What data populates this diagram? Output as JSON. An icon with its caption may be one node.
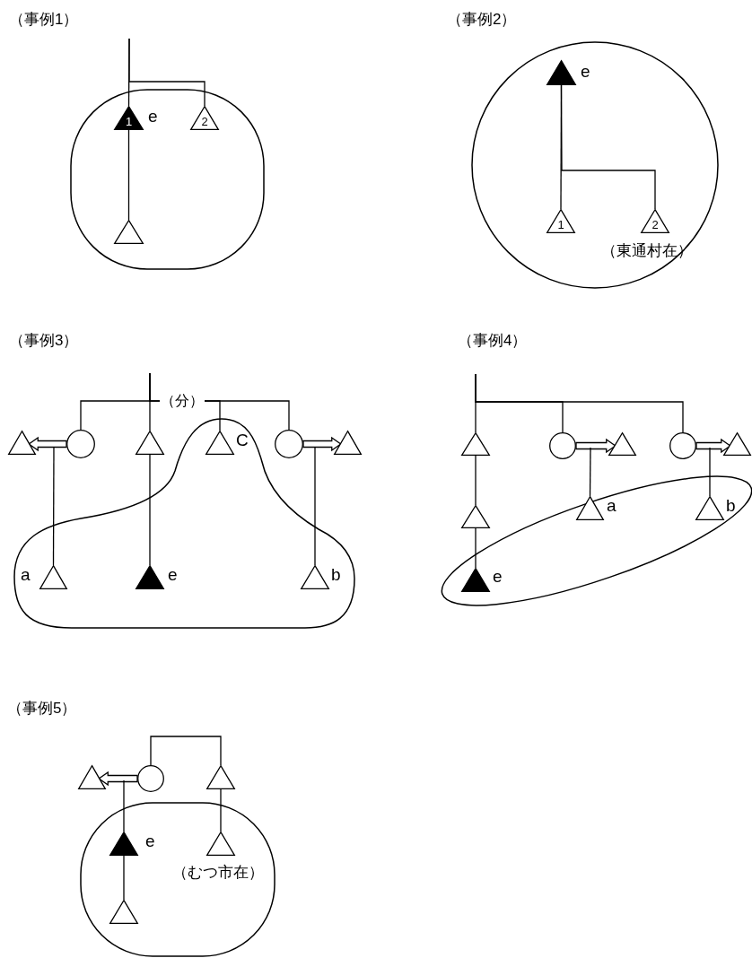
{
  "diagram": {
    "nodes": [
      {
        "text": [
          "1"
        ],
        "beside": [
          "e"
        ]
      },
      {
        "text": [
          "2"
        ]
      },
      {
        "text": [],
        "shape": "triangle"
      },
      {
        "text": [],
        "shape": "triangle",
        "beside": [
          "e"
        ]
      },
      {
        "text": [
          "1"
        ]
      },
      {
        "text": [
          "2"
        ],
        "beside": [
          "（東通村在）"
        ]
      },
      {
        "text": [],
        "shape": "triangle"
      },
      {
        "text": [],
        "shape": "circle"
      },
      {
        "text": [],
        "shape": "triangle"
      },
      {
        "text": [],
        "shape": "triangle",
        "beside": [
          "C"
        ]
      },
      {
        "text": [],
        "shape": "circle"
      },
      {
        "text": [],
        "shape": "triangle"
      },
      {
        "text": [],
        "shape": "triangle",
        "beside": [
          "a"
        ]
      },
      {
        "text": [],
        "shape": "triangle",
        "beside": [
          "e"
        ]
      },
      {
        "text": [],
        "shape": "triangle",
        "beside": [
          "b"
        ]
      },
      {
        "text": [],
        "shape": "triangle"
      },
      {
        "text": [],
        "shape": "circle"
      },
      {
        "text": [],
        "shape": "triangle"
      },
      {
        "text": [],
        "shape": "circle"
      },
      {
        "text": [],
        "shape": "triangle"
      },
      {
        "text": [],
        "shape": "triangle"
      },
      {
        "text": [],
        "shape": "triangle",
        "beside": [
          "a"
        ]
      },
      {
        "text": [],
        "shape": "triangle",
        "beside": [
          "b"
        ]
      },
      {
        "text": [],
        "shape": "triangle",
        "beside": [
          "e"
        ]
      },
      {
        "text": [],
        "shape": "triangle"
      },
      {
        "text": [],
        "shape": "circle"
      },
      {
        "text": [],
        "shape": "triangle"
      },
      {
        "text": [],
        "shape": "triangle",
        "beside": [
          "e"
        ]
      },
      {
        "text": [],
        "shape": "triangle",
        "beside": [
          "（むつ市在）"
        ]
      },
      {
        "text": [],
        "shape": "triangle"
      }
    ],
    "edges": [
      {
        "from": null,
        "to": 0,
        "arrow": "none"
      },
      {
        "from": null,
        "to": 1,
        "arrow": "none"
      },
      {
        "from": 0,
        "to": 2,
        "arrow": "none"
      },
      {
        "from": 3,
        "to": 4,
        "arrow": "none"
      },
      {
        "from": 3,
        "to": 5,
        "arrow": "none"
      },
      {
        "from": null,
        "to": 7,
        "arrow": "none"
      },
      {
        "from": null,
        "to": 8,
        "arrow": "none"
      },
      {
        "from": null,
        "to": 9,
        "arrow": "none",
        "label": "（分）"
      },
      {
        "from": null,
        "to": 10,
        "arrow": "none"
      },
      {
        "from": 7,
        "to": 6,
        "arrow": "to",
        "style": "thick"
      },
      {
        "from": 10,
        "to": 11,
        "arrow": "to",
        "style": "thick"
      },
      {
        "from": null,
        "to": 12,
        "arrow": "none"
      },
      {
        "from": null,
        "to": 14,
        "arrow": "none"
      },
      {
        "from": 8,
        "to": 13,
        "arrow": "none"
      },
      {
        "from": null,
        "to": 15,
        "arrow": "none"
      },
      {
        "from": null,
        "to": 16,
        "arrow": "none"
      },
      {
        "from": null,
        "to": 18,
        "arrow": "none"
      },
      {
        "from": 16,
        "to": 17,
        "arrow": "to",
        "style": "thick"
      },
      {
        "from": 18,
        "to": 19,
        "arrow": "to",
        "style": "thick"
      },
      {
        "from": null,
        "to": 21,
        "arrow": "none"
      },
      {
        "from": null,
        "to": 22,
        "arrow": "none"
      },
      {
        "from": 15,
        "to": 20,
        "arrow": "none"
      },
      {
        "from": 20,
        "to": 23,
        "arrow": "none"
      },
      {
        "from": 25,
        "to": 26,
        "arrow": "none"
      },
      {
        "from": 25,
        "to": 24,
        "arrow": "to",
        "style": "thick"
      },
      {
        "from": null,
        "to": 27,
        "arrow": "none"
      },
      {
        "from": 27,
        "to": 29,
        "arrow": "none"
      },
      {
        "from": 26,
        "to": 28,
        "arrow": "none"
      }
    ],
    "labels": [
      "（事例1）",
      "（事例2）",
      "（事例3）",
      "（事例4）",
      "（事例5）"
    ]
  }
}
